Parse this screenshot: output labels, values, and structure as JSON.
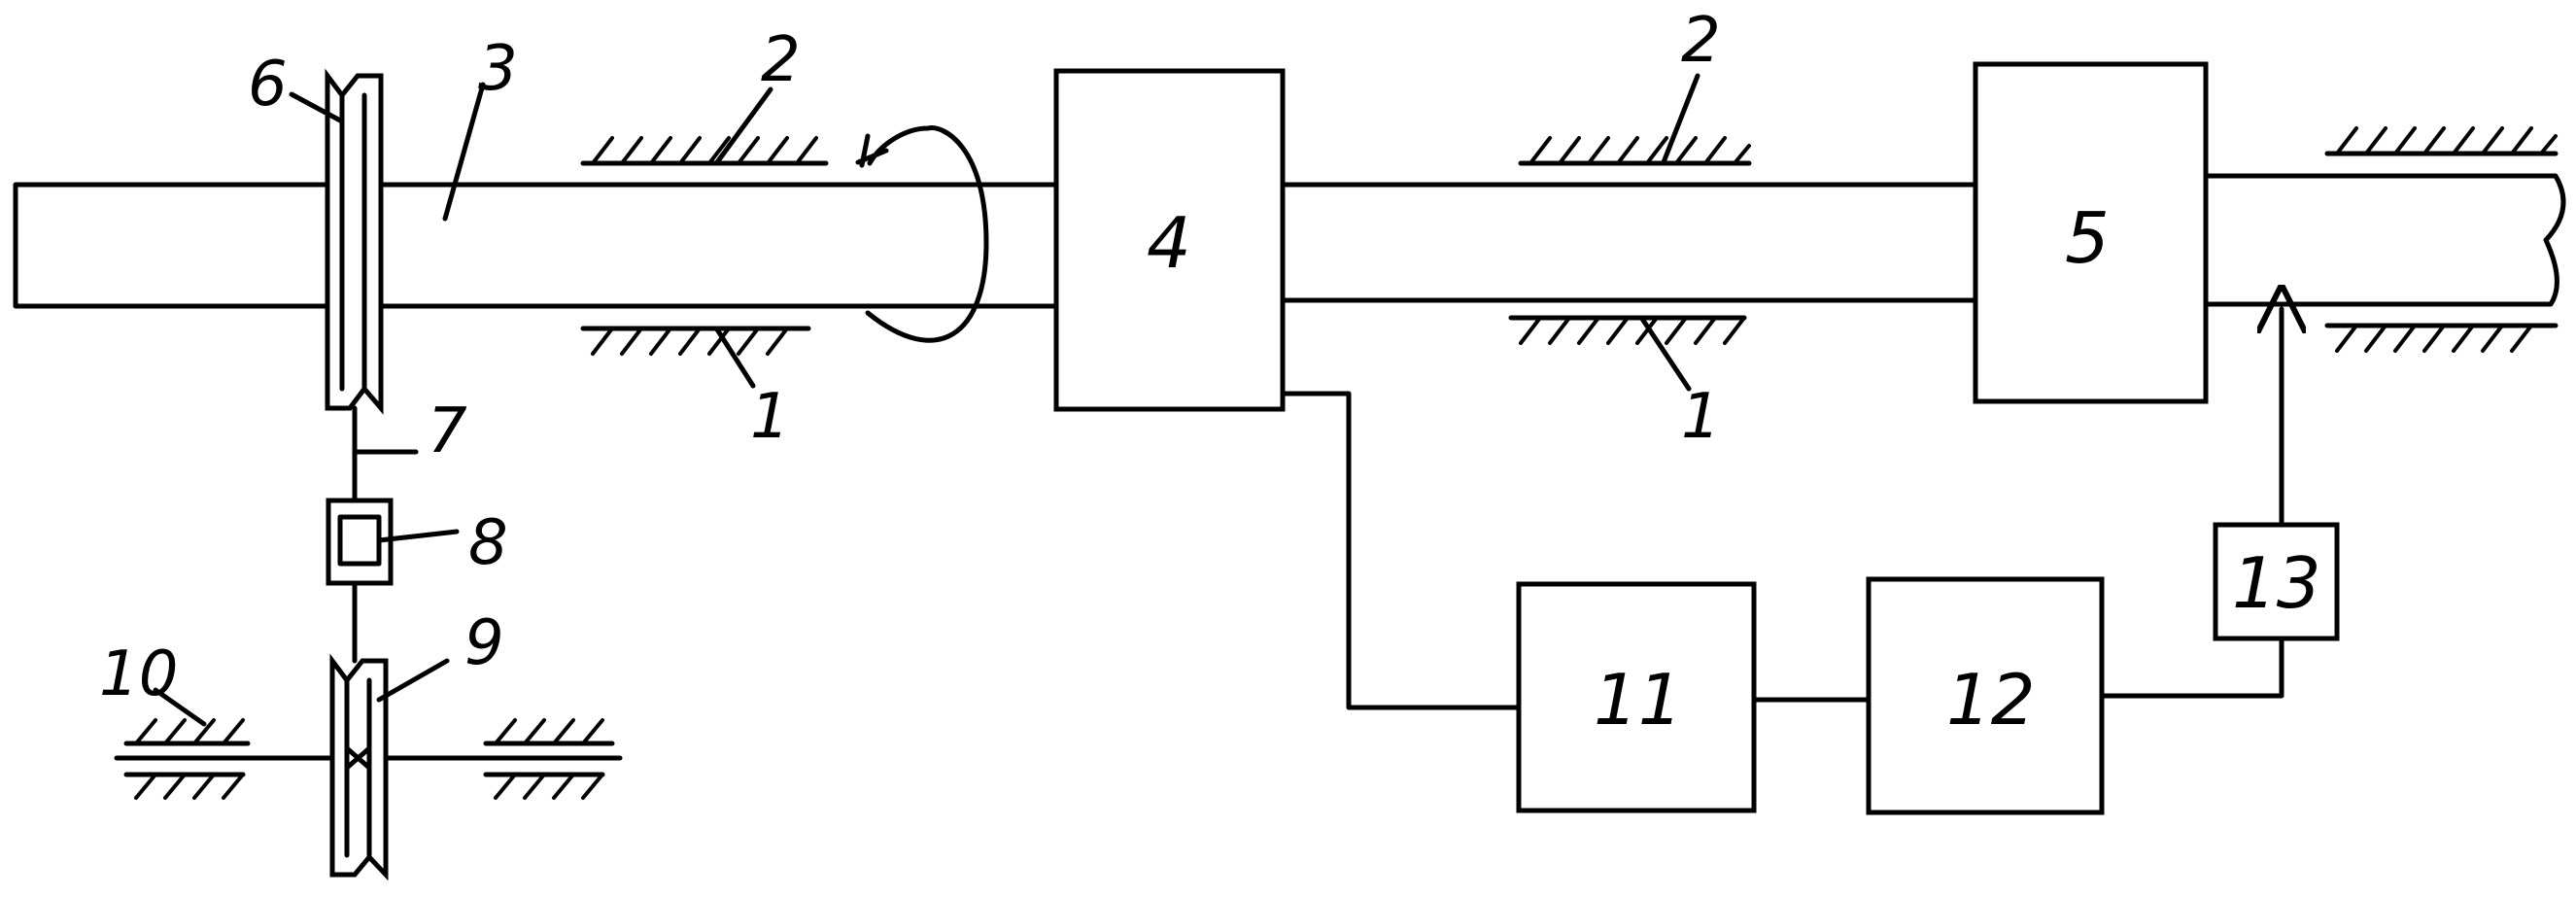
{
  "labels": {
    "l1a": "1",
    "l1b": "1",
    "l2a": "2",
    "l2b": "2",
    "l3": "3",
    "l4": "4",
    "l5": "5",
    "l6": "6",
    "l7": "7",
    "l8": "8",
    "l9": "9",
    "l10": "10",
    "l11": "11",
    "l12": "12",
    "l13": "13"
  }
}
